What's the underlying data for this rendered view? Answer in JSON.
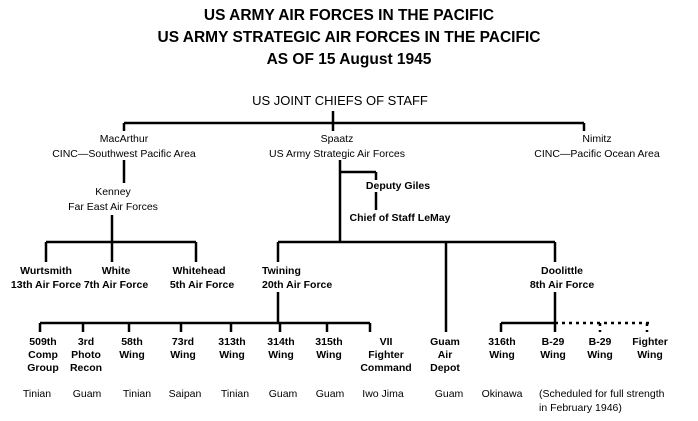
{
  "title": {
    "line1": "US ARMY AIR FORCES IN THE PACIFIC",
    "line2": "US ARMY STRATEGIC AIR FORCES IN THE PACIFIC",
    "line3": "AS OF 15 August 1945"
  },
  "top": {
    "label": "US JOINT CHIEFS OF STAFF"
  },
  "macarthur": {
    "name": "MacArthur",
    "role": "CINC—Southwest Pacific Area"
  },
  "spaatz": {
    "name": "Spaatz",
    "role": "US Army Strategic Air Forces"
  },
  "nimitz": {
    "name": "Nimitz",
    "role": "CINC—Pacific Ocean Area"
  },
  "kenney": {
    "name": "Kenney",
    "role": "Far East Air Forces"
  },
  "giles": {
    "label": "Deputy Giles"
  },
  "lemay": {
    "label": "Chief of Staff LeMay"
  },
  "wurtsmith": {
    "name": "Wurtsmith",
    "unit": "13th Air Force"
  },
  "white": {
    "name": "White",
    "unit": "7th Air Force"
  },
  "whitehead": {
    "name": "Whitehead",
    "unit": "5th Air Force"
  },
  "twining": {
    "name": "Twining",
    "unit": "20th Air Force"
  },
  "doolittle": {
    "name": "Doolittle",
    "unit": "8th Air Force"
  },
  "units": [
    {
      "lines": [
        "509th",
        "Comp",
        "Group"
      ],
      "loc": "Tinian"
    },
    {
      "lines": [
        "3rd",
        "Photo",
        "Recon"
      ],
      "loc": "Guam"
    },
    {
      "lines": [
        "58th",
        "Wing"
      ],
      "loc": "Tinian"
    },
    {
      "lines": [
        "73rd",
        "Wing"
      ],
      "loc": "Saipan"
    },
    {
      "lines": [
        "313th",
        "Wing"
      ],
      "loc": "Tinian"
    },
    {
      "lines": [
        "314th",
        "Wing"
      ],
      "loc": "Guam"
    },
    {
      "lines": [
        "315th",
        "Wing"
      ],
      "loc": "Guam"
    },
    {
      "lines": [
        "VII",
        "Fighter",
        "Command"
      ],
      "loc": "Iwo Jima"
    },
    {
      "lines": [
        "Guam",
        "Air",
        "Depot"
      ],
      "loc": "Guam"
    },
    {
      "lines": [
        "316th",
        "Wing"
      ],
      "loc": "Okinawa"
    },
    {
      "lines": [
        "B-29",
        "Wing"
      ],
      "loc": ""
    },
    {
      "lines": [
        "B-29",
        "Wing"
      ],
      "loc": ""
    },
    {
      "lines": [
        "Fighter",
        "Wing"
      ],
      "loc": ""
    }
  ],
  "note": {
    "line1": "(Scheduled for full strength",
    "line2": "in February 1946)"
  }
}
